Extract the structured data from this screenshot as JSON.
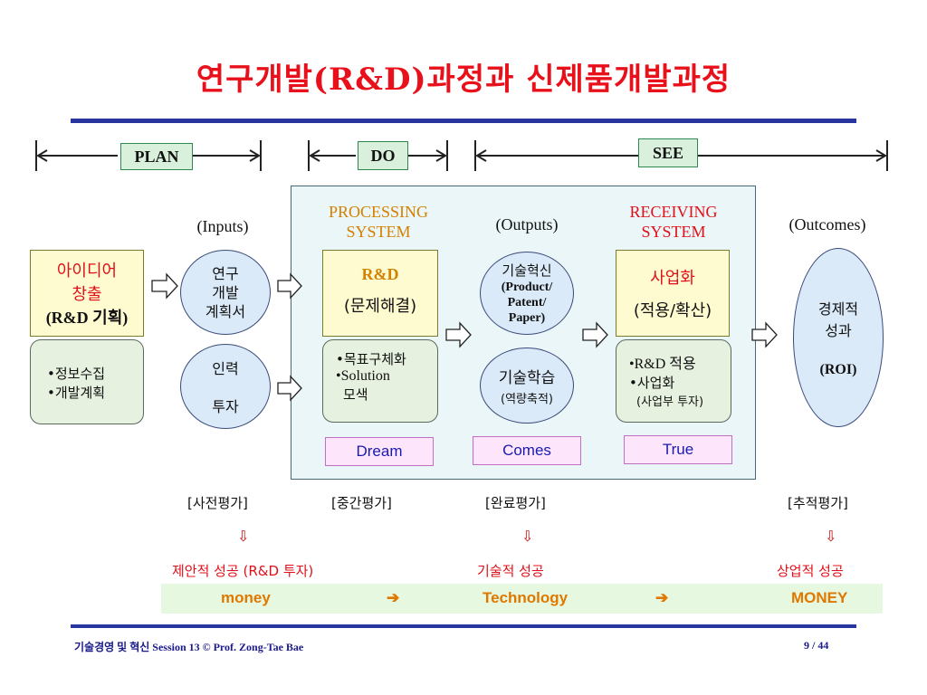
{
  "title": "연구개발(R&D)과정과 신제품개발과정",
  "phases": {
    "plan": "PLAN",
    "do": "DO",
    "see": "SEE"
  },
  "idea_box": {
    "line1": "아이디어",
    "line2": "창출",
    "line3": "(R&D 기획)"
  },
  "idea_detail": [
    "•정보수집",
    "•개발계획"
  ],
  "inputs_label": "(Inputs)",
  "input_ovals": {
    "plan": {
      "line1": "연구",
      "line2": "개발",
      "line3": "계획서"
    },
    "invest": {
      "line1": "인력",
      "line2": "투자"
    }
  },
  "processing": {
    "title1": "PROCESSING",
    "title2": "SYSTEM",
    "box_line1": "R&D",
    "box_line2": "(문제해결)",
    "detail": [
      "•목표구체화",
      "•Solution",
      "모색"
    ],
    "tag": "Dream"
  },
  "outputs": {
    "label": "(Outputs)",
    "oval1": {
      "line1": "기술혁신",
      "line2": "(Product/",
      "line3": "Patent/",
      "line4": "Paper)"
    },
    "oval2": {
      "line1": "기술학습",
      "line2": "(역량축적)"
    },
    "tag": "Comes"
  },
  "receiving": {
    "title1": "RECEIVING",
    "title2": "SYSTEM",
    "box_line1": "사업화",
    "box_line2": "(적용/확산)",
    "detail": [
      "•R&D 적용",
      "•사업화",
      "(사업부 투자)"
    ],
    "tag": "True"
  },
  "outcomes": {
    "label": "(Outcomes)",
    "line1": "경제적",
    "line2": "성과",
    "line3": "(ROI)"
  },
  "evaluations": [
    "[사전평가]",
    "[중간평가]",
    "[완료평가]",
    "[추적평가]"
  ],
  "down_arrow": "⇩",
  "success": {
    "proposal": "제안적 성공  (R&D 투자)",
    "tech": "기술적 성공",
    "business": "상업적 성공"
  },
  "bottom_row": {
    "money": "money",
    "arrow": "➔",
    "technology": "Technology",
    "money_caps": "MONEY"
  },
  "footer": {
    "left": "기술경영 및 혁신  Session 13  © Prof. Zong-Tae Bae",
    "page": "9 / 44"
  },
  "colors": {
    "title": "#e8101a",
    "rule": "#2a36a0",
    "accent_orange": "#e07800"
  }
}
